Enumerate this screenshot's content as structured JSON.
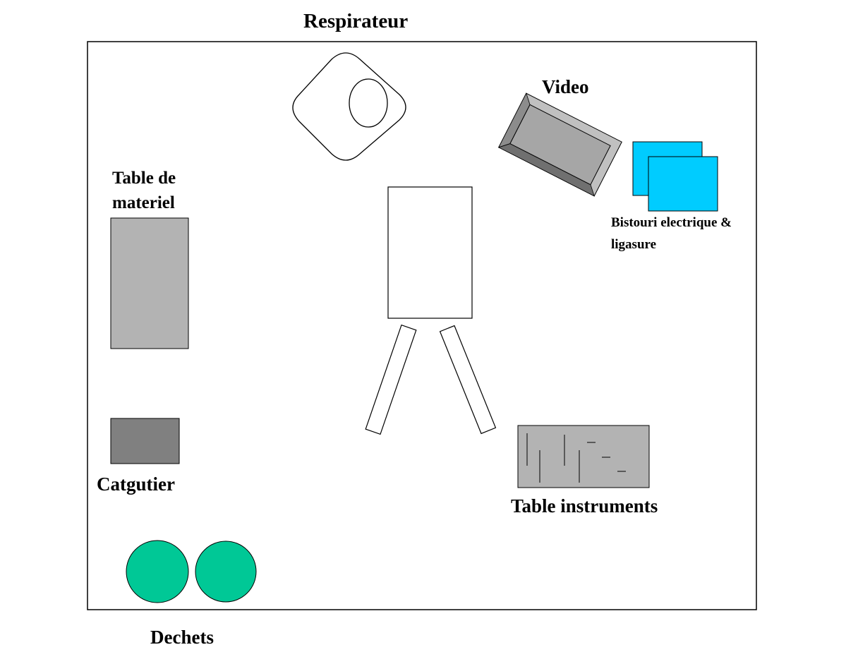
{
  "labels": {
    "respirateur": "Respirateur",
    "video": "Video",
    "table_materiel": "Table de materiel",
    "bistouri": "Bistouri electrique & ligasure",
    "catgutier": "Catgutier",
    "table_instruments": "Table instruments",
    "dechets": "Dechets"
  },
  "colors": {
    "frame": "#000000",
    "table_materiel_fill": "#b3b3b3",
    "catgutier_fill": "#808080",
    "video_bezel_light": "#c0c0c0",
    "video_bezel_dark": "#707070",
    "video_screen": "#a6a6a6",
    "bistouri_fill": "#00ccff",
    "table_instruments_fill": "#b3b3b3",
    "dechets_fill": "#00c896",
    "outline_fill": "#ffffff"
  }
}
